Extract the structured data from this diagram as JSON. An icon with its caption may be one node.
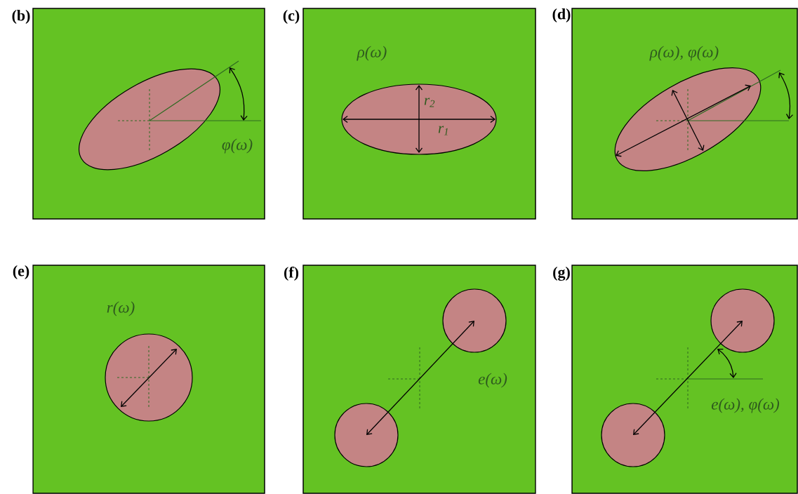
{
  "diagram": {
    "nodes": [
      {
        "text": [
          "(b)",
          "φ(ω)"
        ]
      },
      {
        "text": [],
        "shape": "ellipse",
        "in": 0
      },
      {
        "text": [
          "(c)",
          "ρ(ω)"
        ]
      },
      {
        "text": [
          "r$_{2}$",
          "r$_{1}$"
        ],
        "in": 2
      },
      {
        "text": [
          "(d)",
          "ρ(ω), φ(ω)"
        ]
      },
      {
        "text": [],
        "shape": "ellipse",
        "in": 4
      },
      {
        "text": [
          "(e)",
          "r(ω)"
        ]
      },
      {
        "text": [],
        "shape": "circle",
        "in": 6
      },
      {
        "text": [
          "(f)",
          "e(ω)"
        ]
      },
      {
        "text": [],
        "shape": "circle",
        "in": 8
      },
      {
        "text": [],
        "shape": "circle",
        "in": 8
      },
      {
        "text": [
          "(g)",
          "e(ω), φ(ω)"
        ]
      },
      {
        "text": [],
        "shape": "circle",
        "in": 11
      },
      {
        "text": [],
        "shape": "circle",
        "in": 11
      }
    ],
    "edges": [
      {
        "from": 10,
        "to": 9,
        "arrow": "both"
      },
      {
        "from": 13,
        "to": 12,
        "arrow": "both"
      }
    ]
  }
}
